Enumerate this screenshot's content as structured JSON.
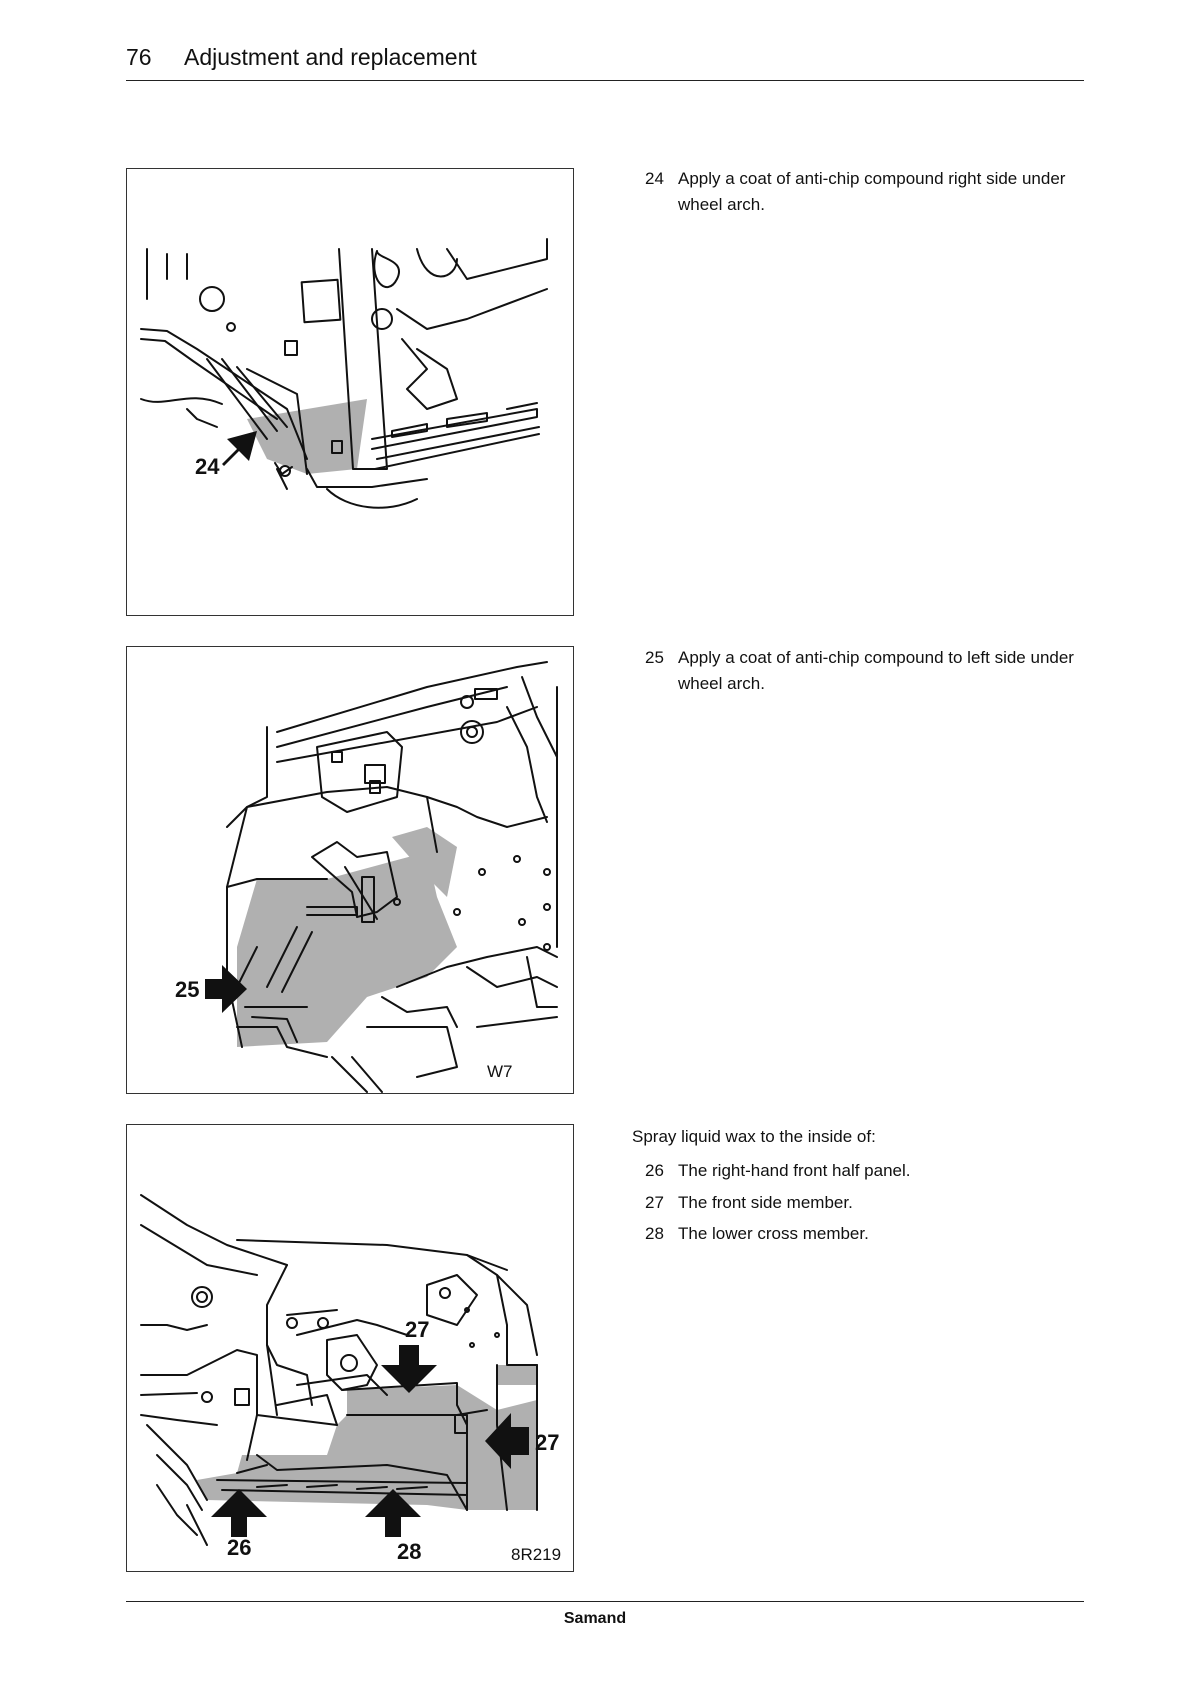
{
  "header": {
    "page_number": "76",
    "title": "Adjustment and replacement"
  },
  "figures": [
    {
      "callouts": [
        "24"
      ],
      "code": ""
    },
    {
      "callouts": [
        "25"
      ],
      "code": "W7"
    },
    {
      "callouts": [
        "27",
        "27",
        "26",
        "28"
      ],
      "code": "8R219"
    }
  ],
  "steps_a": [
    {
      "num": "24",
      "text": "Apply a coat of anti-chip compound right side under wheel arch."
    }
  ],
  "steps_b": [
    {
      "num": "25",
      "text": "Apply a coat of anti-chip compound to left side under wheel arch."
    }
  ],
  "intro_c": "Spray liquid wax to the inside of:",
  "steps_c": [
    {
      "num": "26",
      "text": "The right-hand front half panel."
    },
    {
      "num": "27",
      "text": "The front side member."
    },
    {
      "num": "28",
      "text": "The lower cross member."
    }
  ],
  "footer": {
    "brand": "Samand"
  }
}
